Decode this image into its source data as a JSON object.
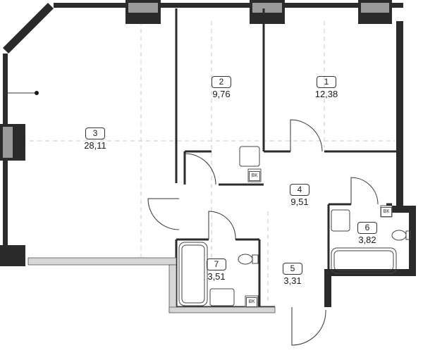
{
  "rooms": [
    {
      "number": "1",
      "area": "12,38"
    },
    {
      "number": "2",
      "area": "9,76"
    },
    {
      "number": "3",
      "area": "28,11"
    },
    {
      "number": "4",
      "area": "9,51"
    },
    {
      "number": "5",
      "area": "3,31"
    },
    {
      "number": "6",
      "area": "3,82"
    },
    {
      "number": "7",
      "area": "3,51"
    }
  ],
  "vent_tag": "ВК",
  "colors": {
    "wall": "#2b2b2b",
    "wall_light": "#b0b0b0",
    "grid_dash": "#c8c8c8",
    "line": "#333333"
  }
}
